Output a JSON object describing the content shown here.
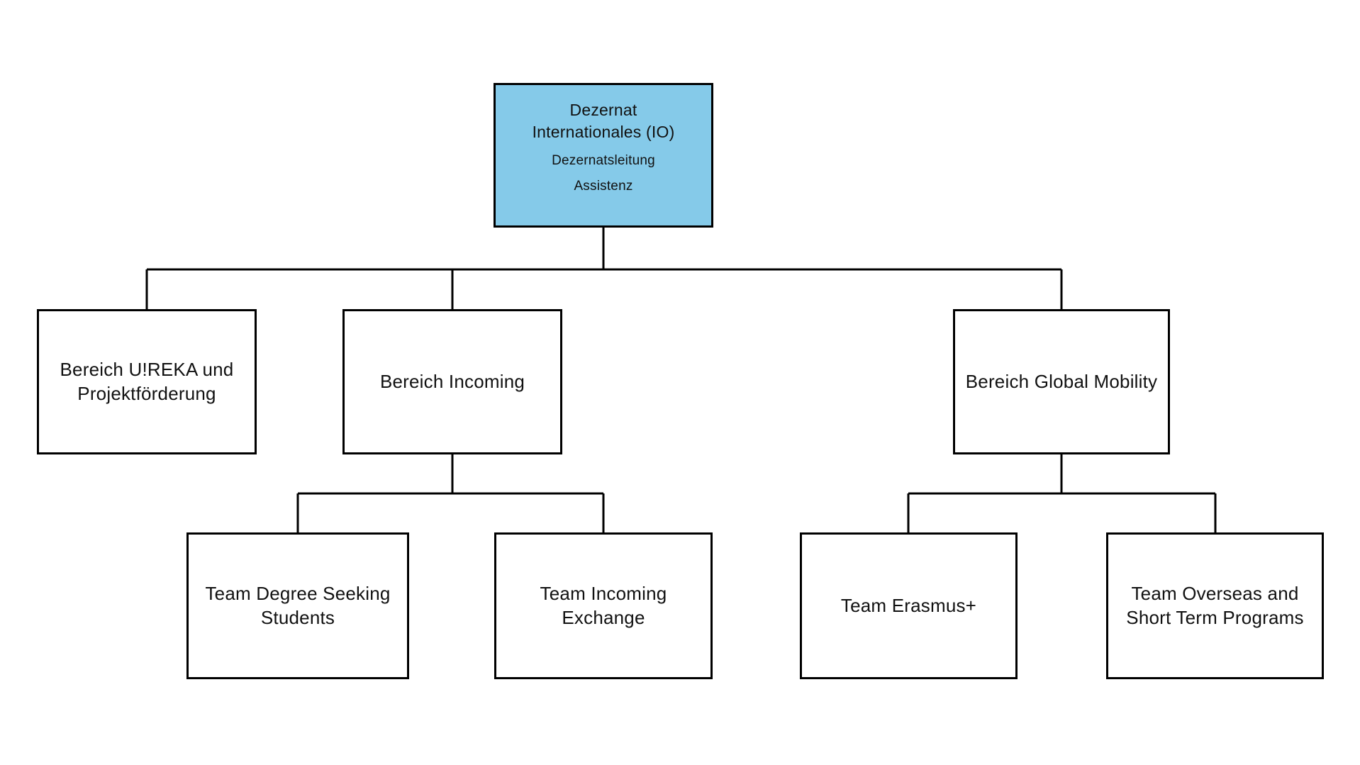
{
  "org_chart": {
    "root": {
      "id": "dezernat-internationales",
      "title_lines": [
        "Dezernat",
        "Internationales (IO)"
      ],
      "roles": [
        "Dezernatsleitung",
        "Assistenz"
      ]
    },
    "level2": [
      {
        "id": "ureka",
        "parent_id": "dezernat-internationales",
        "label_lines": [
          "Bereich U!REKA und",
          "Projektförderung"
        ]
      },
      {
        "id": "incoming",
        "parent_id": "dezernat-internationales",
        "label_lines": [
          "Bereich Incoming"
        ]
      },
      {
        "id": "global-mobility",
        "parent_id": "dezernat-internationales",
        "label_lines": [
          "Bereich Global Mobility"
        ]
      }
    ],
    "level3": [
      {
        "id": "team-degree-seeking",
        "parent_id": "incoming",
        "label_lines": [
          "Team Degree Seeking",
          "Students"
        ]
      },
      {
        "id": "team-incoming-exchange",
        "parent_id": "incoming",
        "label_lines": [
          "Team Incoming",
          "Exchange"
        ]
      },
      {
        "id": "team-erasmus",
        "parent_id": "global-mobility",
        "label_lines": [
          "Team Erasmus+"
        ]
      },
      {
        "id": "team-overseas",
        "parent_id": "global-mobility",
        "label_lines": [
          "Team Overseas and",
          "Short Term Programs"
        ]
      }
    ]
  },
  "colors": {
    "root_fill": "#85CAE9",
    "box_fill": "#FFFFFF",
    "line_color": "#000000",
    "text_color": "#111111",
    "page_background": "#FFFFFF"
  }
}
